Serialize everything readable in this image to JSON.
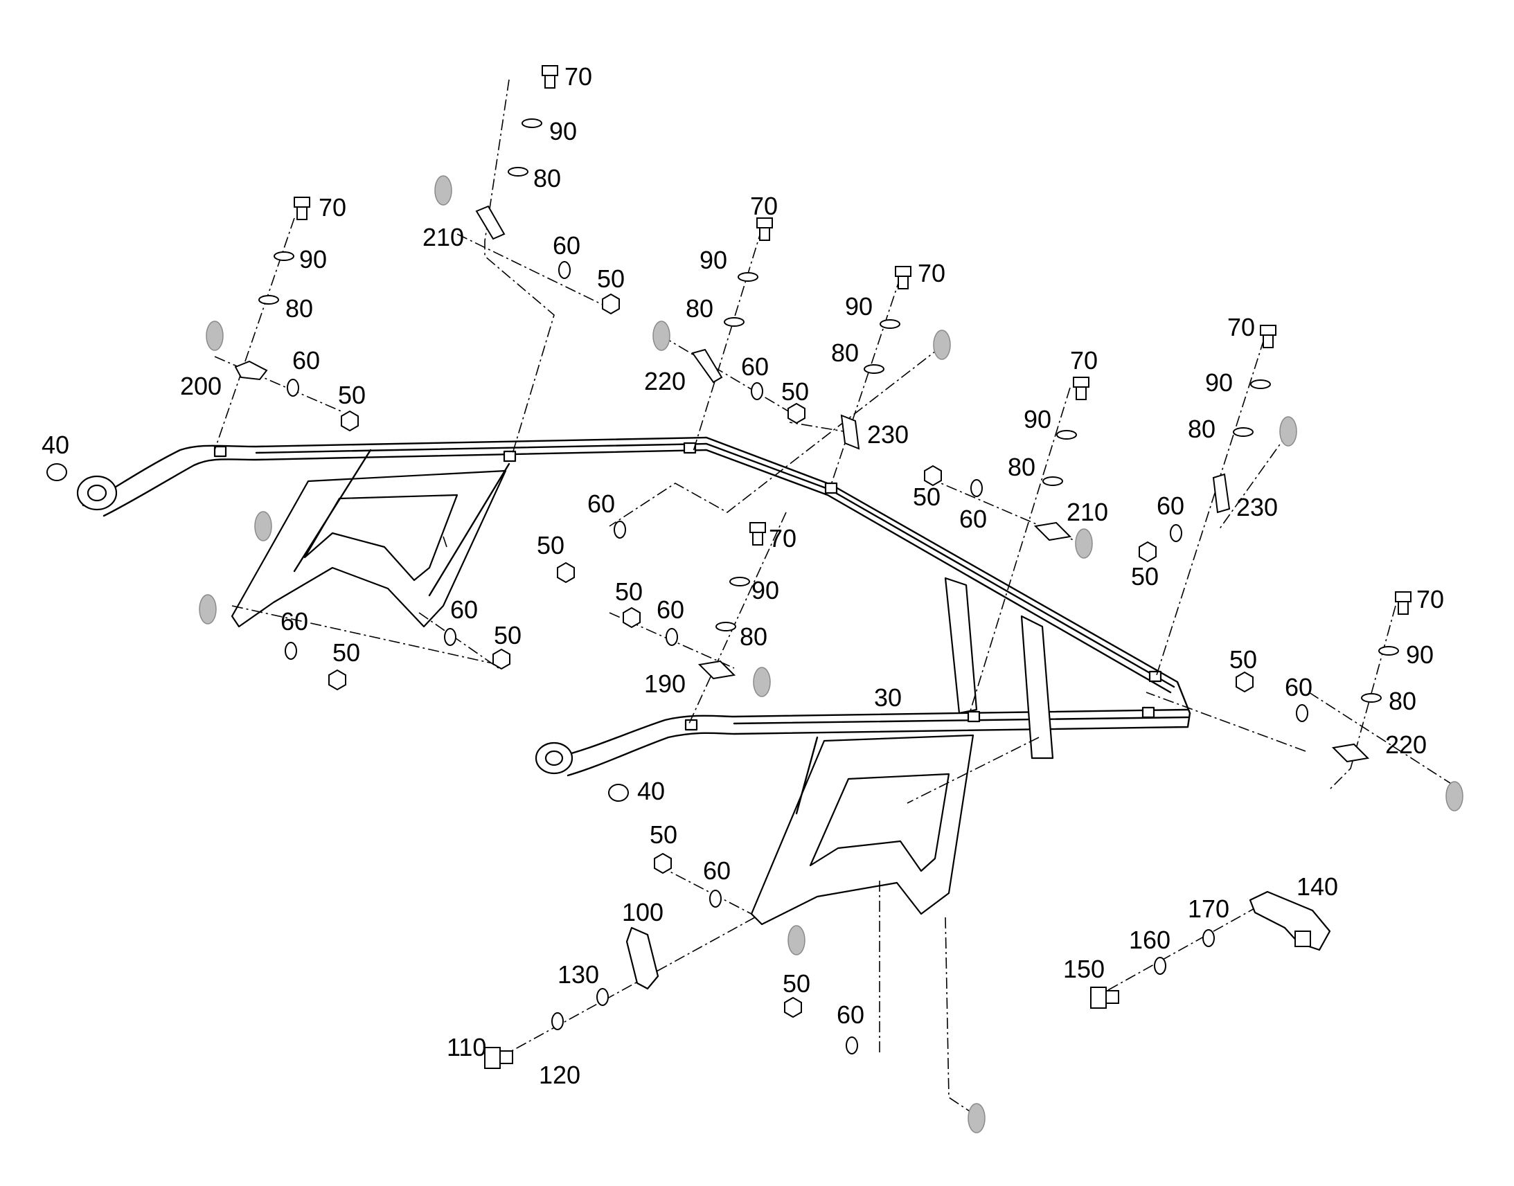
{
  "callouts": [
    {
      "id": "c1",
      "text": "70"
    },
    {
      "id": "c2",
      "text": "90"
    },
    {
      "id": "c3",
      "text": "80"
    },
    {
      "id": "c4",
      "text": "70"
    },
    {
      "id": "c5",
      "text": "90"
    },
    {
      "id": "c6",
      "text": "80"
    },
    {
      "id": "c7",
      "text": "210"
    },
    {
      "id": "c8",
      "text": "60"
    },
    {
      "id": "c9",
      "text": "50"
    },
    {
      "id": "c10",
      "text": "200"
    },
    {
      "id": "c11",
      "text": "60"
    },
    {
      "id": "c12",
      "text": "50"
    },
    {
      "id": "c13",
      "text": "40"
    },
    {
      "id": "c14",
      "text": "70"
    },
    {
      "id": "c15",
      "text": "90"
    },
    {
      "id": "c16",
      "text": "80"
    },
    {
      "id": "c17",
      "text": "220"
    },
    {
      "id": "c18",
      "text": "60"
    },
    {
      "id": "c19",
      "text": "50"
    },
    {
      "id": "c20",
      "text": "70"
    },
    {
      "id": "c21",
      "text": "90"
    },
    {
      "id": "c22",
      "text": "80"
    },
    {
      "id": "c23",
      "text": "230"
    },
    {
      "id": "c24",
      "text": "70"
    },
    {
      "id": "c25",
      "text": "90"
    },
    {
      "id": "c26",
      "text": "80"
    },
    {
      "id": "c27",
      "text": "50"
    },
    {
      "id": "c28",
      "text": "60"
    },
    {
      "id": "c29",
      "text": "210"
    },
    {
      "id": "c30",
      "text": "70"
    },
    {
      "id": "c31",
      "text": "90"
    },
    {
      "id": "c32",
      "text": "80"
    },
    {
      "id": "c33",
      "text": "60"
    },
    {
      "id": "c34",
      "text": "230"
    },
    {
      "id": "c35",
      "text": "50"
    },
    {
      "id": "c36",
      "text": "60"
    },
    {
      "id": "c37",
      "text": "50"
    },
    {
      "id": "c38",
      "text": "70"
    },
    {
      "id": "c39",
      "text": "90"
    },
    {
      "id": "c40",
      "text": "80"
    },
    {
      "id": "c41",
      "text": "50"
    },
    {
      "id": "c42",
      "text": "60"
    },
    {
      "id": "c43",
      "text": "190"
    },
    {
      "id": "c44",
      "text": "60"
    },
    {
      "id": "c45",
      "text": "50"
    },
    {
      "id": "c46",
      "text": "60"
    },
    {
      "id": "c47",
      "text": "50"
    },
    {
      "id": "c48",
      "text": "30"
    },
    {
      "id": "c49",
      "text": "70"
    },
    {
      "id": "c50",
      "text": "50"
    },
    {
      "id": "c51",
      "text": "60"
    },
    {
      "id": "c52",
      "text": "90"
    },
    {
      "id": "c53",
      "text": "80"
    },
    {
      "id": "c54",
      "text": "220"
    },
    {
      "id": "c55",
      "text": "40"
    },
    {
      "id": "c56",
      "text": "50"
    },
    {
      "id": "c57",
      "text": "60"
    },
    {
      "id": "c58",
      "text": "100"
    },
    {
      "id": "c59",
      "text": "130"
    },
    {
      "id": "c60",
      "text": "110"
    },
    {
      "id": "c61",
      "text": "120"
    },
    {
      "id": "c62",
      "text": "50"
    },
    {
      "id": "c63",
      "text": "60"
    },
    {
      "id": "c64",
      "text": "140"
    },
    {
      "id": "c65",
      "text": "170"
    },
    {
      "id": "c66",
      "text": "160"
    },
    {
      "id": "c67",
      "text": "150"
    }
  ]
}
